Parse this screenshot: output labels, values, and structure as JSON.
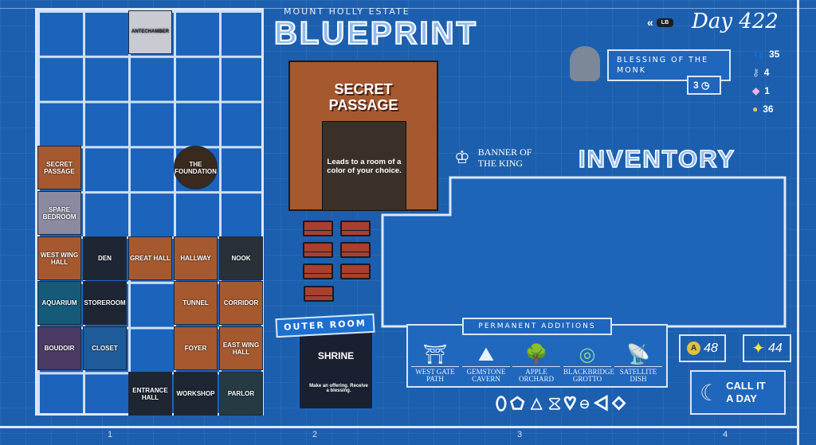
{
  "header": {
    "subtitle": "MOUNT HOLLY ESTATE",
    "title": "BLUEPRINT",
    "day": "Day 422",
    "back_button": "LB"
  },
  "blessing": {
    "label": "BLESSING OF THE MONK",
    "count": "3"
  },
  "stats": [
    {
      "icon": "footsteps-icon",
      "value": "35"
    },
    {
      "icon": "key-icon",
      "value": "4"
    },
    {
      "icon": "gem-icon",
      "value": "1"
    },
    {
      "icon": "coin-icon",
      "value": "36"
    }
  ],
  "banner": "BANNER OF THE KING",
  "inventory_title": "INVENTORY",
  "selected_room": {
    "name_line1": "SECRET",
    "name_line2": "PASSAGE",
    "description": "Leads to a room of a color of your choice."
  },
  "outer_room": {
    "label": "OUTER ROOM",
    "name": "SHRINE",
    "description": "Make an offering. Receive a blessing."
  },
  "rooms": [
    {
      "name": "ANTECHAMBER"
    },
    {
      "name": "SECRET PASSAGE"
    },
    {
      "name": "THE FOUNDATION"
    },
    {
      "name": "SPARE BEDROOM"
    },
    {
      "name": "WEST WING HALL"
    },
    {
      "name": "DEN"
    },
    {
      "name": "GREAT HALL"
    },
    {
      "name": "HALLWAY"
    },
    {
      "name": "NOOK"
    },
    {
      "name": "AQUARIUM"
    },
    {
      "name": "STOREROOM"
    },
    {
      "name": "TUNNEL"
    },
    {
      "name": "CORRIDOR"
    },
    {
      "name": "BOUDOIR"
    },
    {
      "name": "CLOSET"
    },
    {
      "name": "FOYER"
    },
    {
      "name": "EAST WING HALL"
    },
    {
      "name": "ENTRANCE HALL"
    },
    {
      "name": "WORKSHOP"
    },
    {
      "name": "PARLOR"
    }
  ],
  "permanent_additions": {
    "title": "PERMANENT ADDITIONS",
    "items": [
      "WEST GATE PATH",
      "GEMSTONE CAVERN",
      "APPLE ORCHARD",
      "BLACKBRIDGE GROTTO",
      "SATELLITE DISH"
    ]
  },
  "counters": {
    "allowance": "48",
    "stars": "44"
  },
  "call_it_a_day": "CALL IT A DAY",
  "ruler": [
    "1",
    "2",
    "3",
    "4"
  ],
  "colors": {
    "background": "#1c5fae",
    "orange_room": "#a6592f",
    "envelope": "#a8402f"
  }
}
